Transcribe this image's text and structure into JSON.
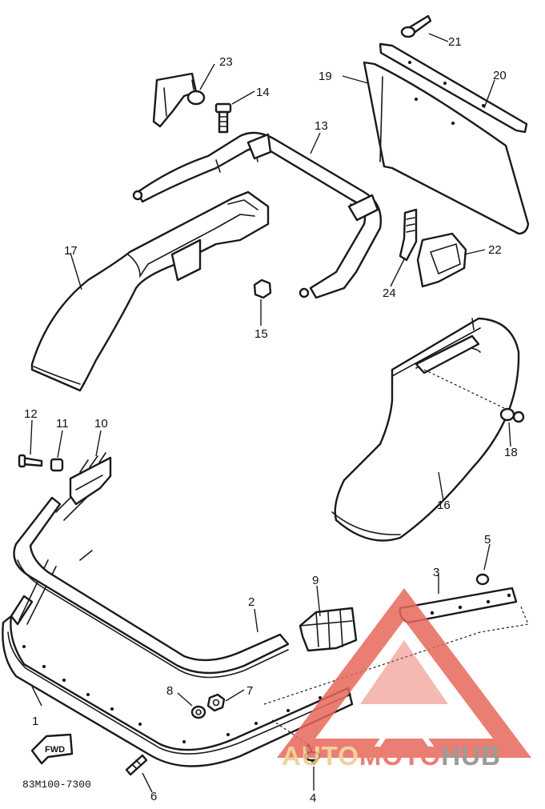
{
  "diagram": {
    "part_code": "83M100-7300",
    "fwd_label": "FWD",
    "callouts": [
      "1",
      "2",
      "3",
      "4",
      "5",
      "6",
      "7",
      "8",
      "9",
      "10",
      "11",
      "12",
      "13",
      "14",
      "15",
      "16",
      "17",
      "18",
      "19",
      "20",
      "21",
      "22",
      "23",
      "24"
    ]
  },
  "watermark": {
    "word_a": "AUTO",
    "word_b": "MOTO",
    "word_c": "HUB",
    "colors": {
      "auto": "#f2c98a",
      "moto": "#e8685a",
      "hub": "#8a8a8a",
      "triangle": "#e8685a"
    }
  }
}
